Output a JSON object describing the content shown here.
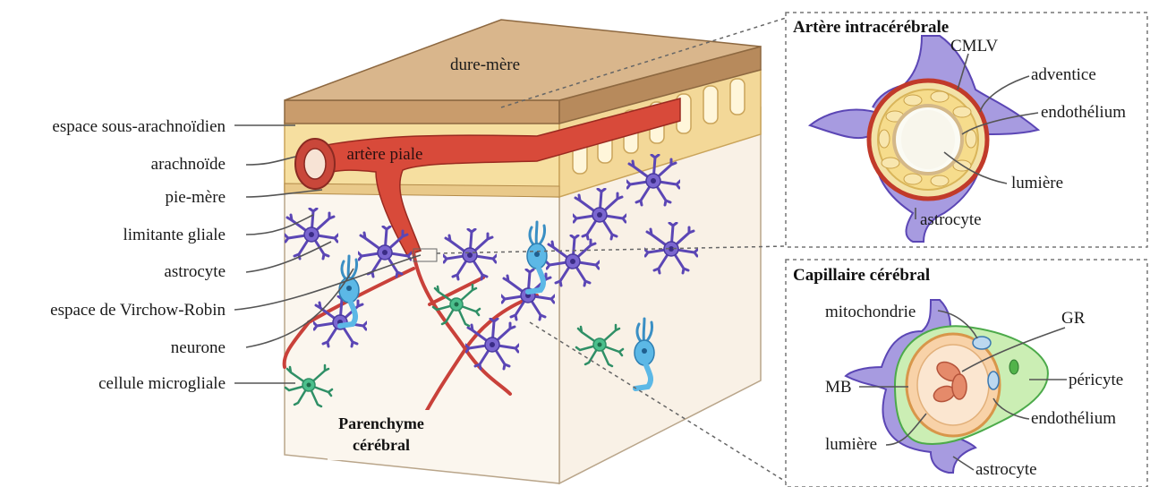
{
  "cube": {
    "top_label": "dure-mère",
    "artery_label": "artère piale",
    "parenchyma_line1": "Parenchyme",
    "parenchyma_line2": "cérébral"
  },
  "left_labels": [
    "espace sous-arachnoïdien",
    "arachnoïde",
    "pie-mère",
    "limitante gliale",
    "astrocyte",
    "espace de Virchow-Robin",
    "neurone",
    "cellule microgliale"
  ],
  "artery_panel": {
    "title": "Artère intracérébrale",
    "labels": {
      "cmlv": "CMLV",
      "adventice": "adventice",
      "endothelium": "endothélium",
      "lumiere": "lumière",
      "astrocyte": "astrocyte"
    }
  },
  "capillary_panel": {
    "title": "Capillaire cérébral",
    "labels": {
      "mitochondrie": "mitochondrie",
      "gr": "GR",
      "mb": "MB",
      "pericyte": "péricyte",
      "endothelium": "endothélium",
      "lumiere": "lumière",
      "astrocyte": "astrocyte"
    }
  },
  "colors": {
    "dura": "#d7b48c",
    "arachnoid": "#f6dfa0",
    "artery": "#d84a3a",
    "astrocyte": "#6f5cc4",
    "neuron": "#4fa9dc",
    "microglia": "#3aa57a",
    "pericyte": "#bfe8a8",
    "endothelium": "#f6c890"
  }
}
